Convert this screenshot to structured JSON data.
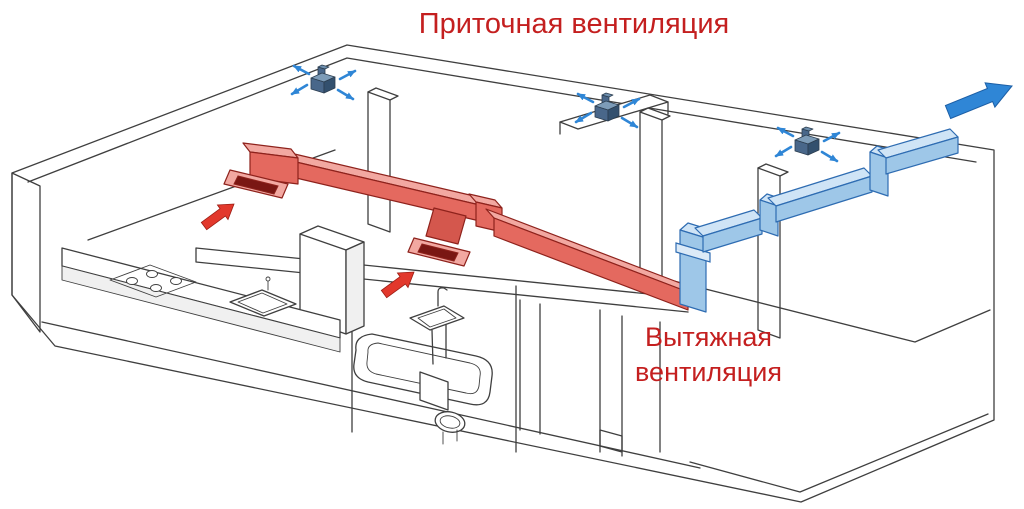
{
  "diagram": {
    "labels": {
      "supply": "Приточная вентиляция",
      "exhaust_line1": "Вытяжная",
      "exhaust_line2": "вентиляция"
    },
    "colors": {
      "label_red": "#c41f1f",
      "supply_duct_fill": "#e4695f",
      "supply_duct_top": "#f2a8a1",
      "supply_duct_stroke": "#8e221c",
      "exhaust_duct_fill": "#9ec7e8",
      "exhaust_duct_top": "#cfe4f6",
      "exhaust_duct_stroke": "#2e6cb2",
      "flow_arrow_red": "#e2382c",
      "flow_arrow_blue": "#2f86d6",
      "fan_body": "#49678a",
      "outline": "#3f3f3f",
      "background": "#ffffff"
    }
  }
}
